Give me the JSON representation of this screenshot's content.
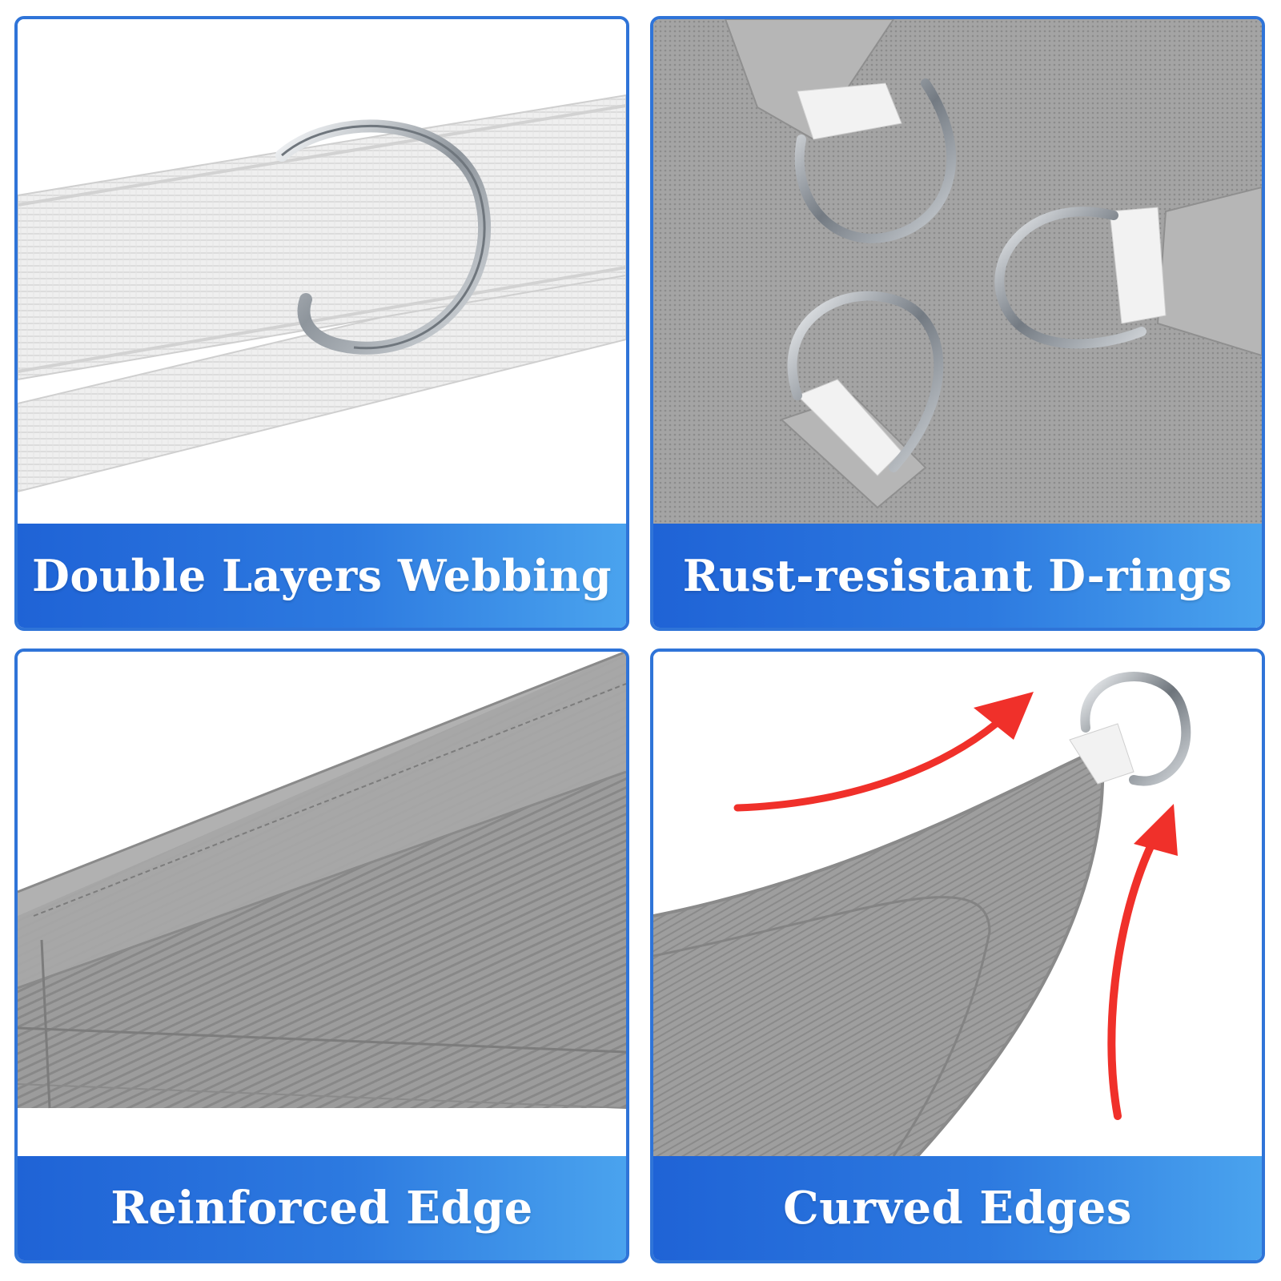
{
  "panels": [
    {
      "id": "webbing",
      "label": "Double Layers Webbing"
    },
    {
      "id": "d-rings",
      "label": "Rust-resistant D-rings"
    },
    {
      "id": "edge",
      "label": "Reinforced Edge"
    },
    {
      "id": "curved",
      "label": "Curved Edges"
    }
  ],
  "colors": {
    "accent": "#2f74d8",
    "band_start": "#1f63d6",
    "band_end": "#4aa3ee",
    "fabric_gray": "#9a9a9a",
    "webbing_white": "#ececec",
    "arrow_red": "#f0302a",
    "metal": "#b8bcc2"
  }
}
